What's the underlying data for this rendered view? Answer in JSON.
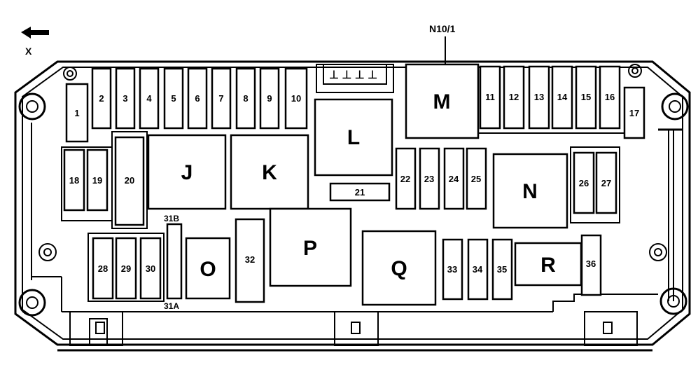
{
  "direction_label": "X",
  "connector_label": "N10/1",
  "fuses": {
    "f1": "1",
    "f2": "2",
    "f3": "3",
    "f4": "4",
    "f5": "5",
    "f6": "6",
    "f7": "7",
    "f8": "8",
    "f9": "9",
    "f10": "10",
    "f11": "11",
    "f12": "12",
    "f13": "13",
    "f14": "14",
    "f15": "15",
    "f16": "16",
    "f17": "17",
    "f18": "18",
    "f19": "19",
    "f20": "20",
    "f21": "21",
    "f22": "22",
    "f23": "23",
    "f24": "24",
    "f25": "25",
    "f26": "26",
    "f27": "27",
    "f28": "28",
    "f29": "29",
    "f30": "30",
    "f31a": "31A",
    "f31b": "31B",
    "f32": "32",
    "f33": "33",
    "f34": "34",
    "f35": "35",
    "f36": "36"
  },
  "relays": {
    "J": "J",
    "K": "K",
    "L": "L",
    "M": "M",
    "N": "N",
    "O": "O",
    "P": "P",
    "Q": "Q",
    "R": "R"
  }
}
